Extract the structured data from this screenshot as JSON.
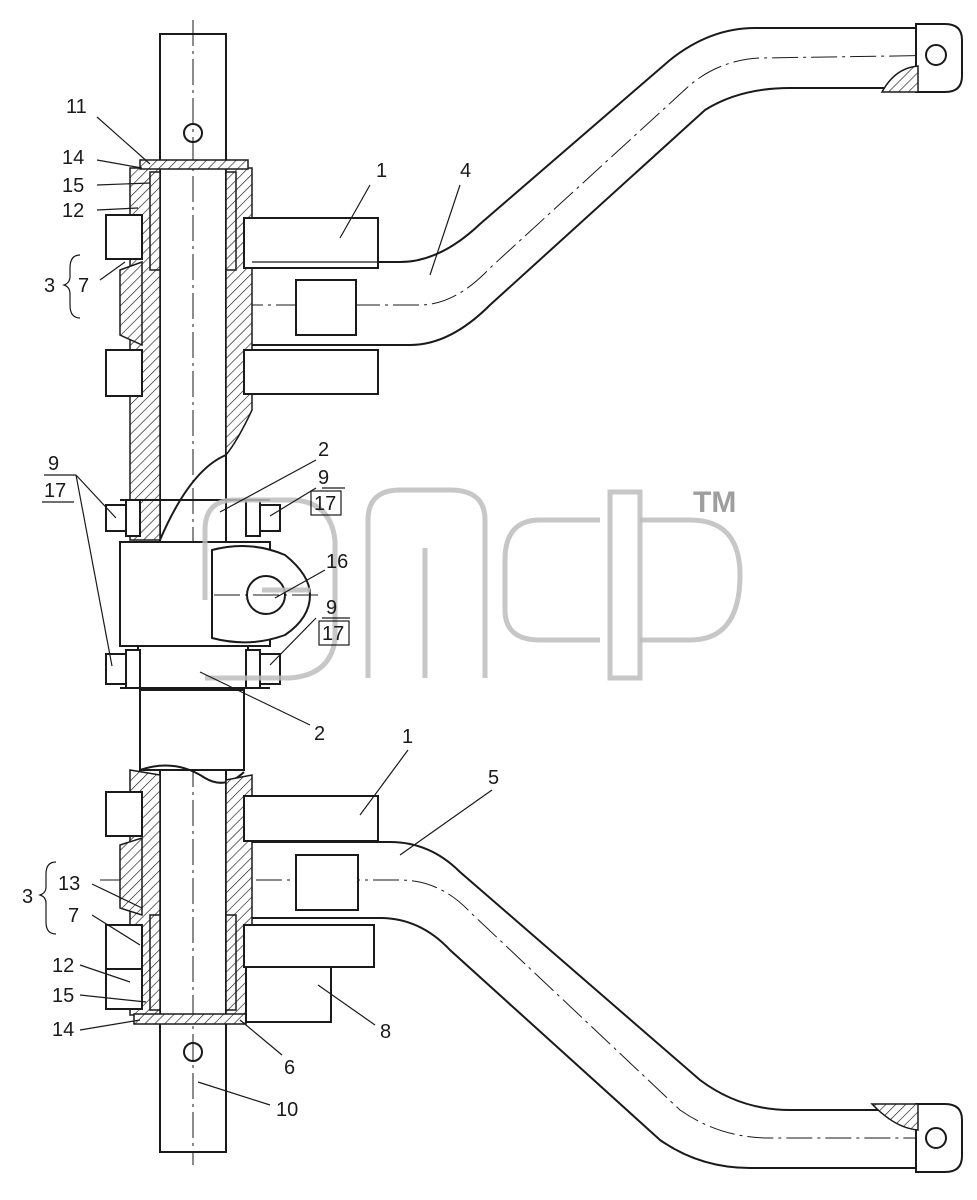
{
  "callouts": {
    "c1a": "1",
    "c1b": "1",
    "c2a": "2",
    "c2b": "2",
    "c3a": "3",
    "c3b": "3",
    "c4": "4",
    "c5": "5",
    "c6": "6",
    "c7a": "7",
    "c7b": "7",
    "c8": "8",
    "c9a": "9",
    "c9b": "9",
    "c9c": "9",
    "c10": "10",
    "c11": "11",
    "c12a": "12",
    "c12b": "12",
    "c13": "13",
    "c14a": "14",
    "c14b": "14",
    "c15a": "15",
    "c15b": "15",
    "c16": "16",
    "c17a": "17",
    "c17b": "17",
    "c17c": "17"
  },
  "watermark": {
    "trademark": "TM"
  }
}
